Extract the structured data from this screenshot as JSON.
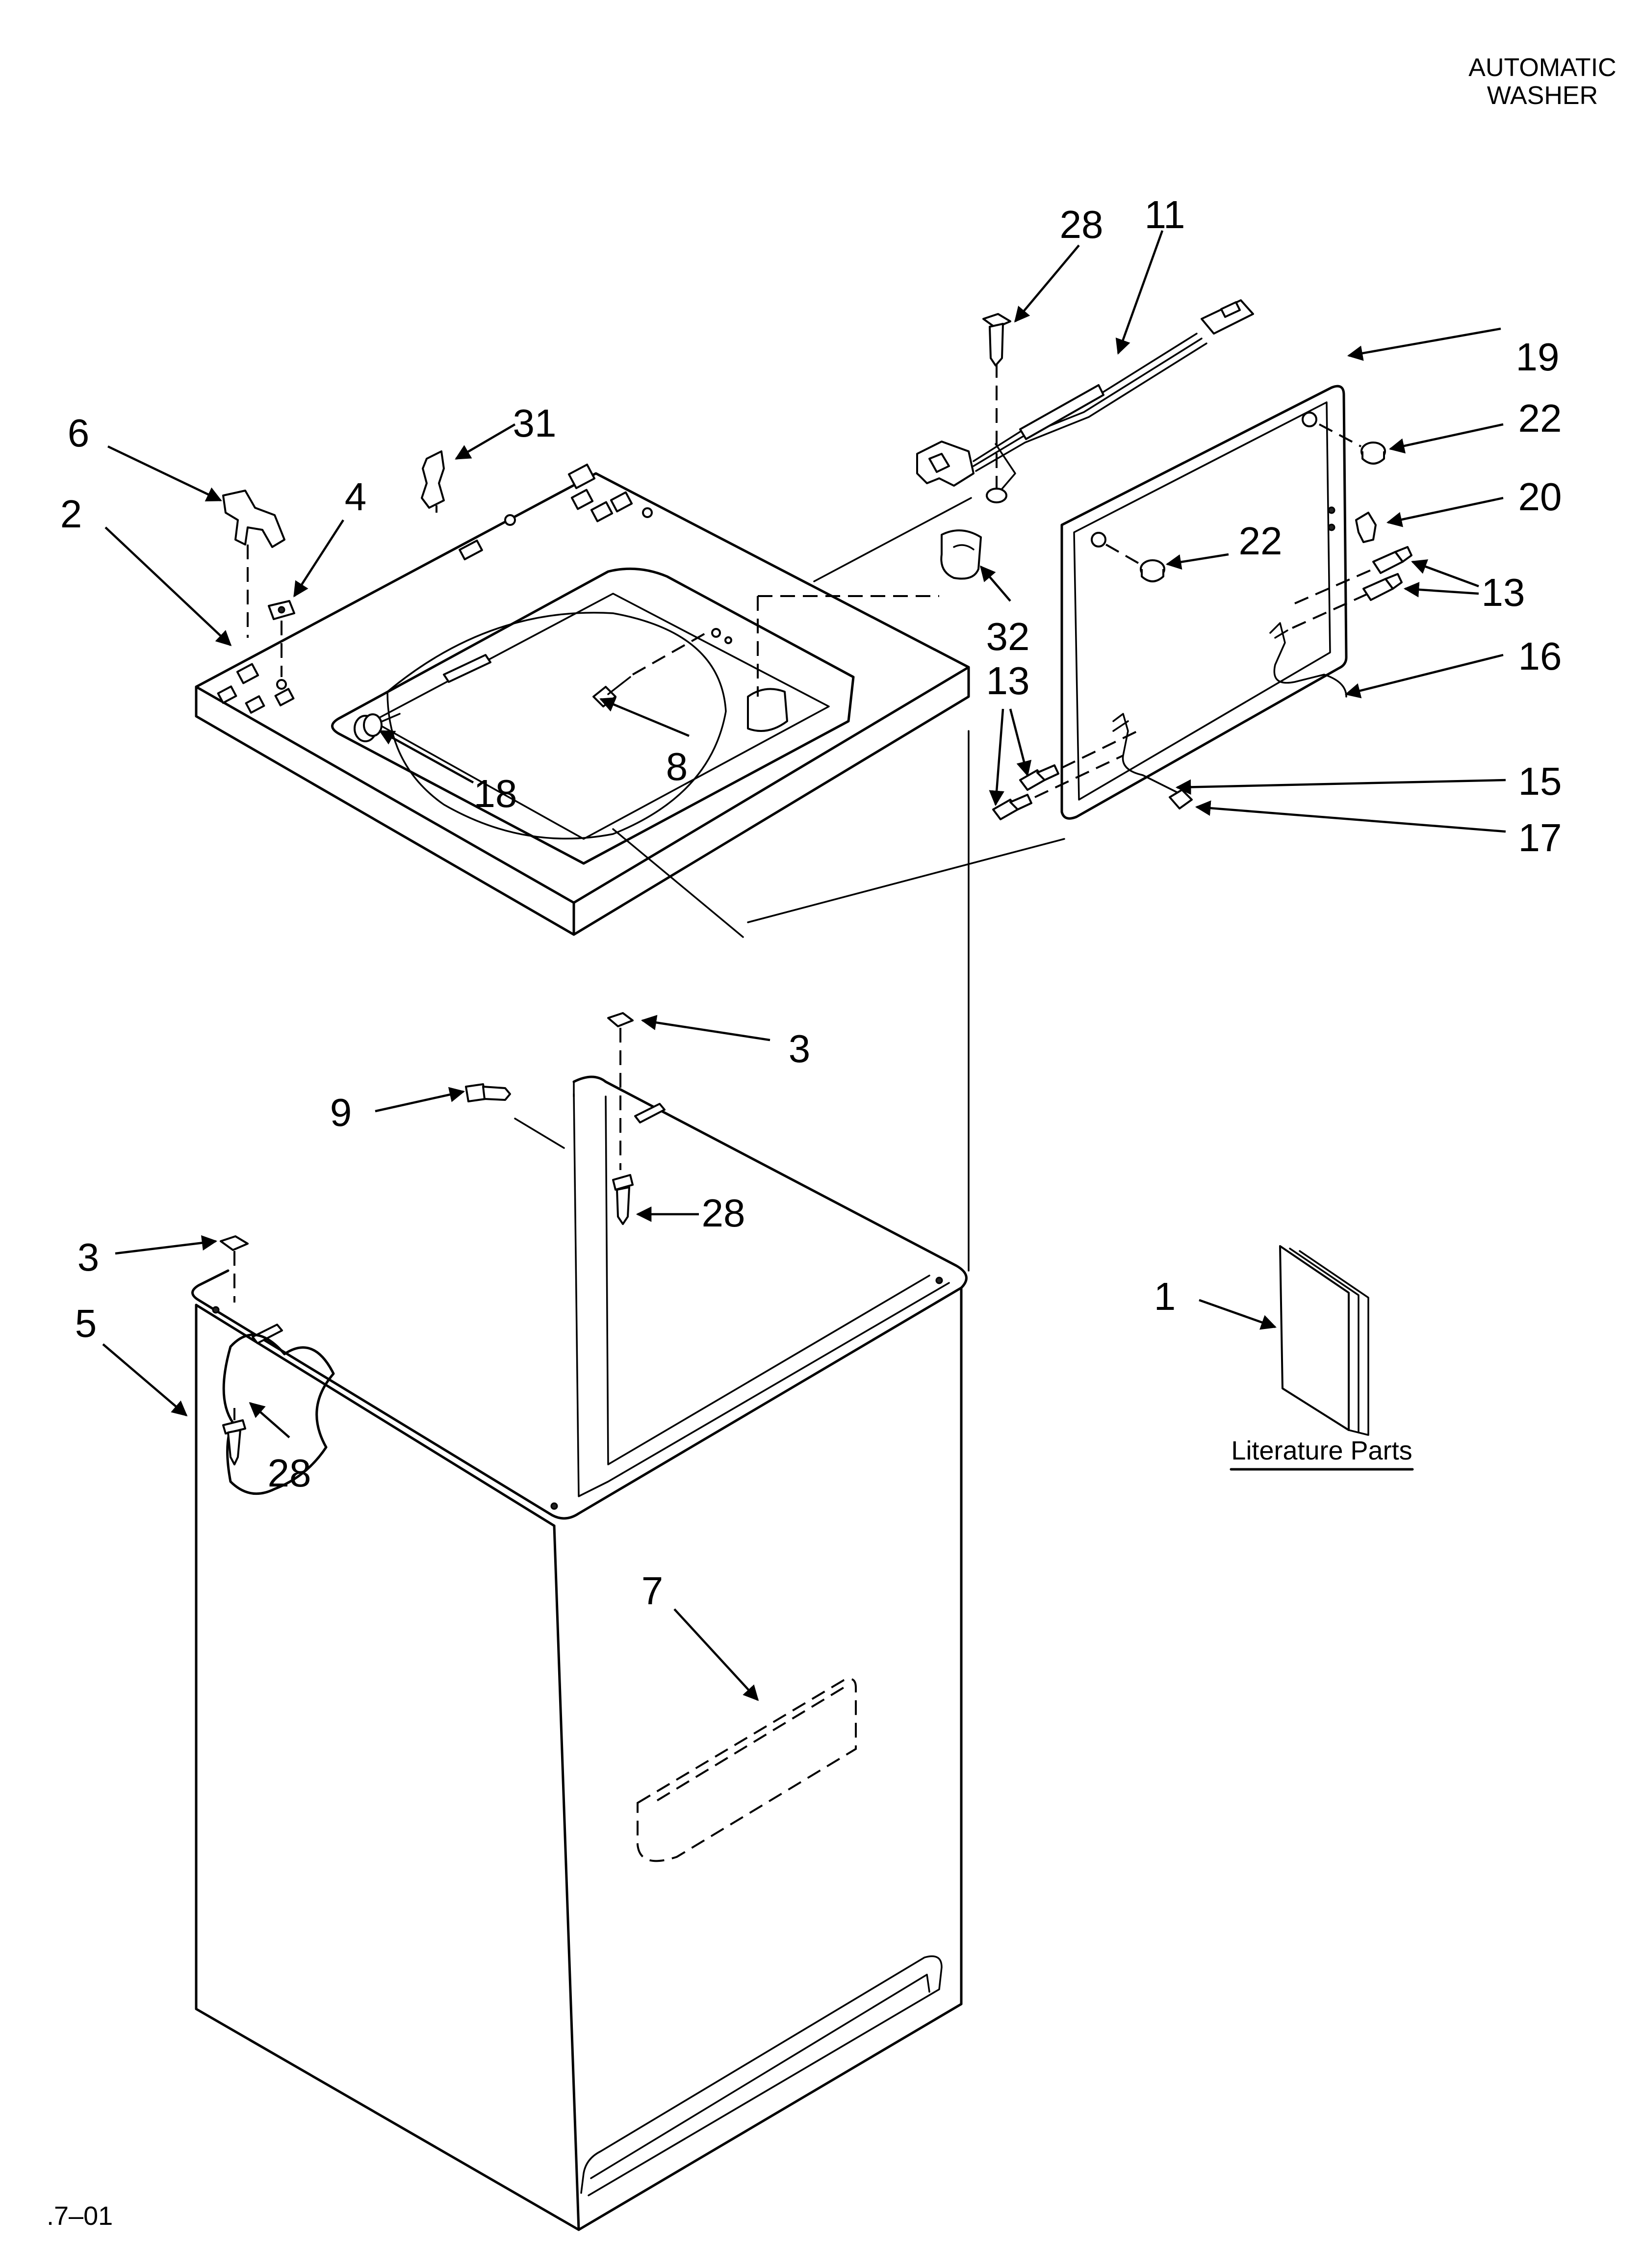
{
  "header": {
    "line1": "AUTOMATIC",
    "line2": "WASHER"
  },
  "footer": {
    "code": ".7–01"
  },
  "literature": {
    "label": "Literature Parts"
  },
  "callouts": {
    "c28a": "28",
    "c11": "11",
    "c19": "19",
    "c22a": "22",
    "c20": "20",
    "c22b": "22",
    "c13a": "13",
    "c16": "16",
    "c15": "15",
    "c17": "17",
    "c13b": "13",
    "c32": "32",
    "c31": "31",
    "c6": "6",
    "c4": "4",
    "c2": "2",
    "c8": "8",
    "c18": "18",
    "c3a": "3",
    "c9": "9",
    "c28b": "28",
    "c3b": "3",
    "c5": "5",
    "c28c": "28",
    "c7": "7",
    "c1": "1"
  }
}
